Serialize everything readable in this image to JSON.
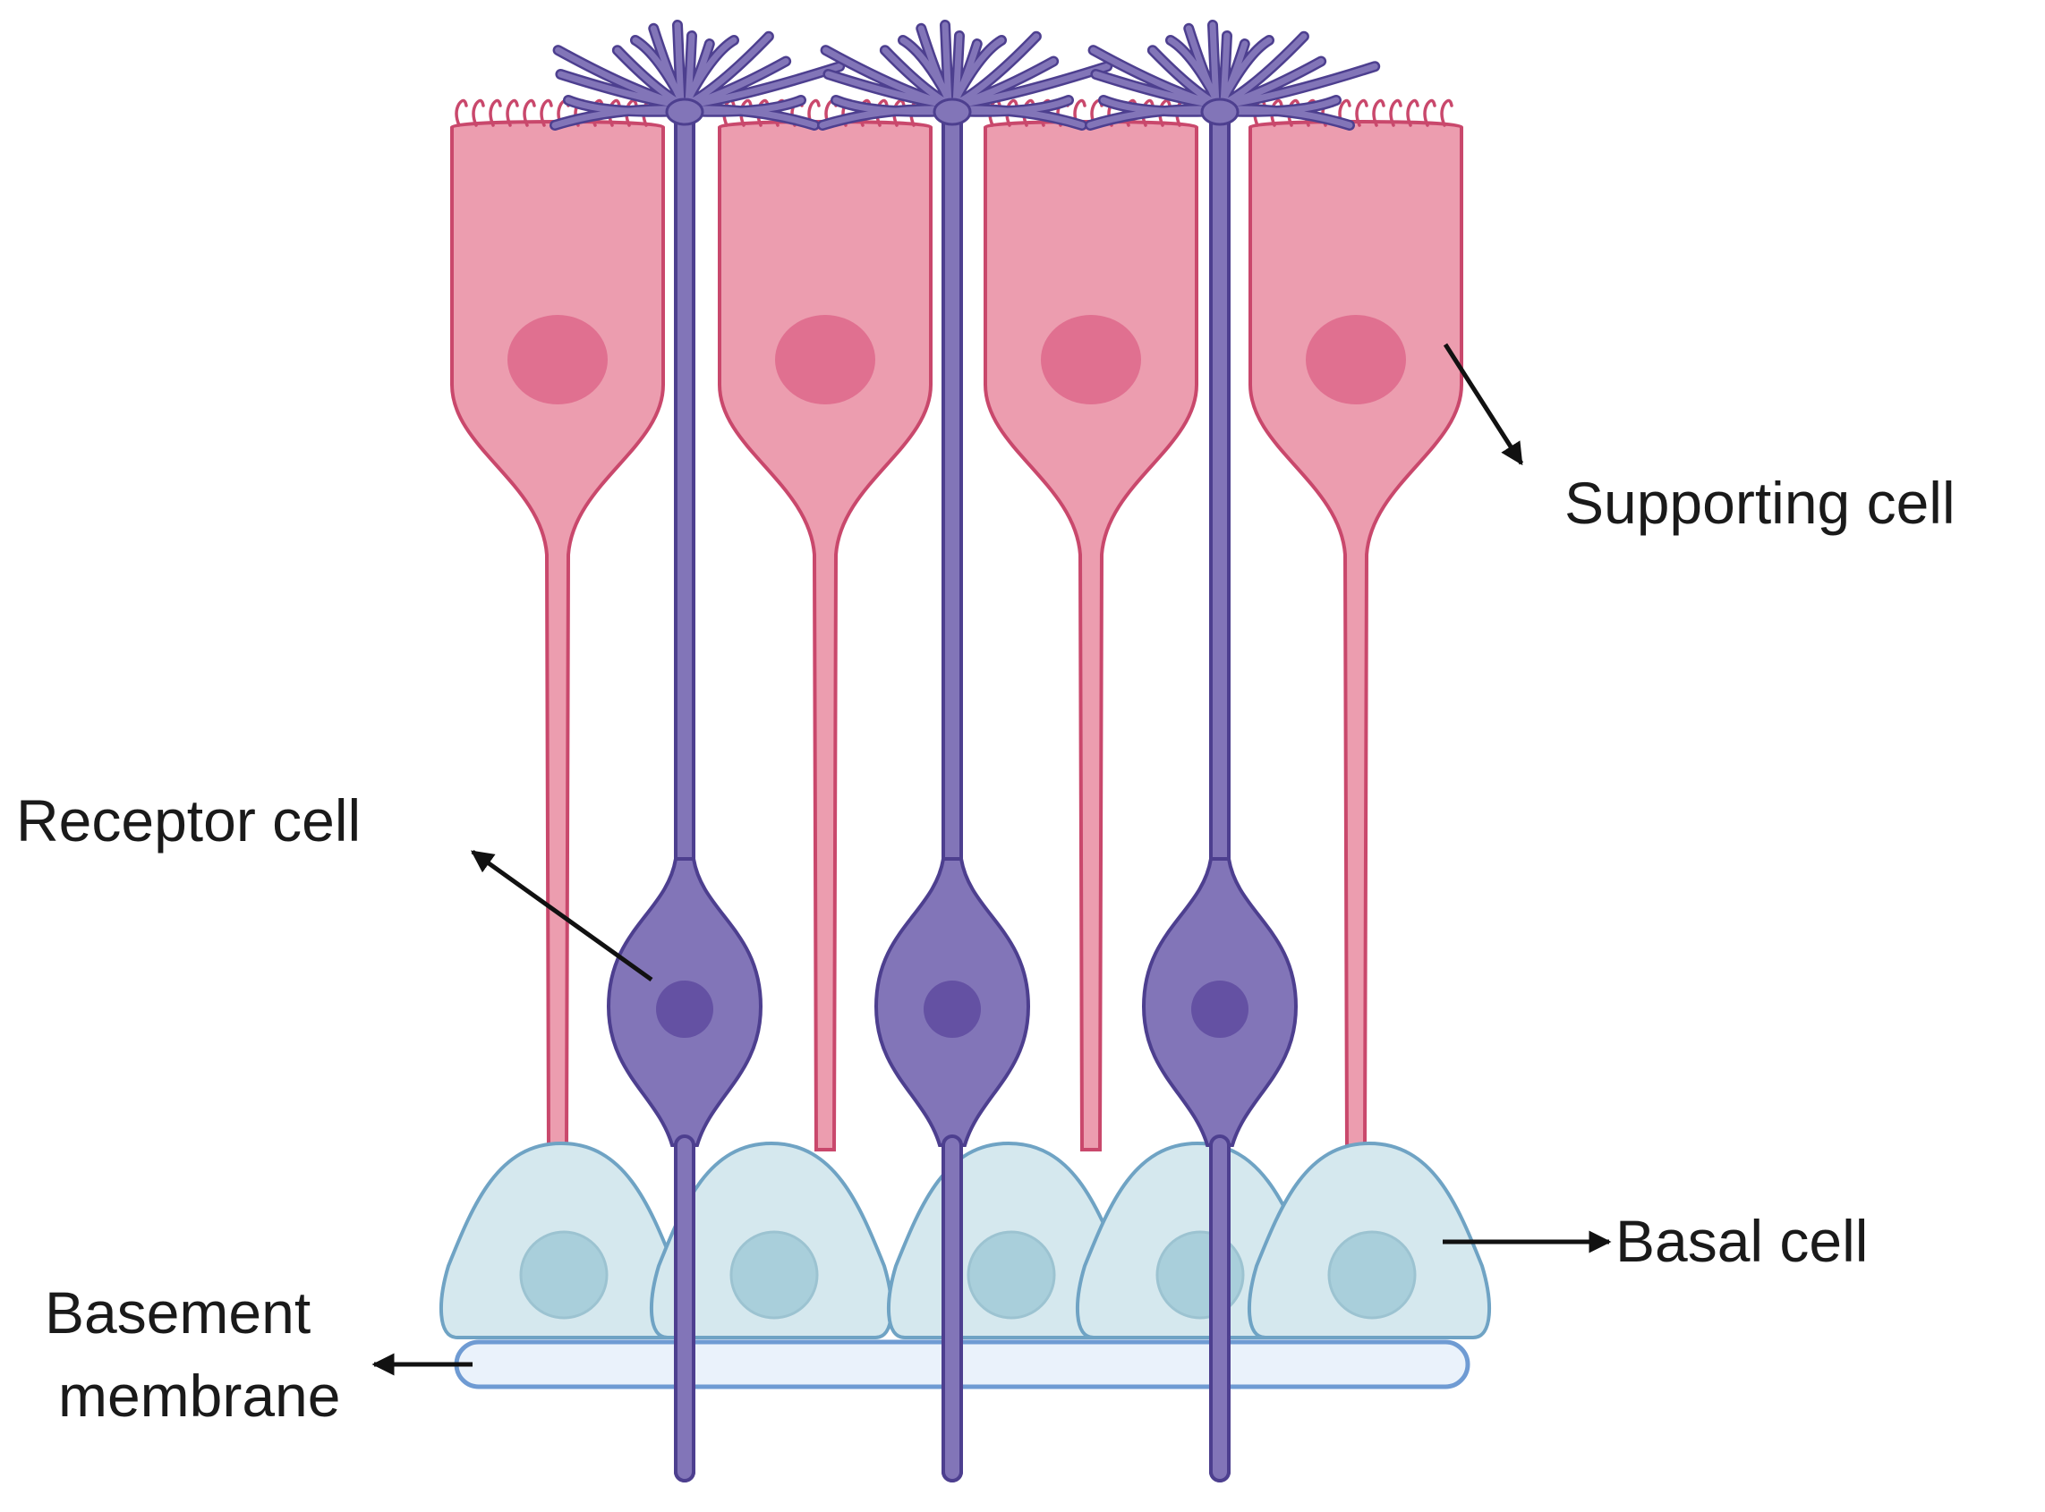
{
  "labels": {
    "supporting_cell": "Supporting cell",
    "receptor_cell": "Receptor cell",
    "basal_cell": "Basal cell",
    "basement_membrane_line1": "Basement",
    "basement_membrane_line2": "membrane"
  },
  "colors": {
    "supporting_fill": "#ec9daf",
    "supporting_stroke": "#c9486c",
    "supporting_nucleus": "#e07090",
    "receptor_fill": "#8275b8",
    "receptor_stroke": "#4d3f8f",
    "receptor_nucleus": "#6451a3",
    "basal_fill": "#d5e8ee",
    "basal_stroke": "#6fa3c4",
    "basal_nucleus": "#a9cfdb",
    "membrane_fill": "#eaf2fb",
    "membrane_stroke": "#6f9bd3",
    "arrow": "#111111"
  }
}
